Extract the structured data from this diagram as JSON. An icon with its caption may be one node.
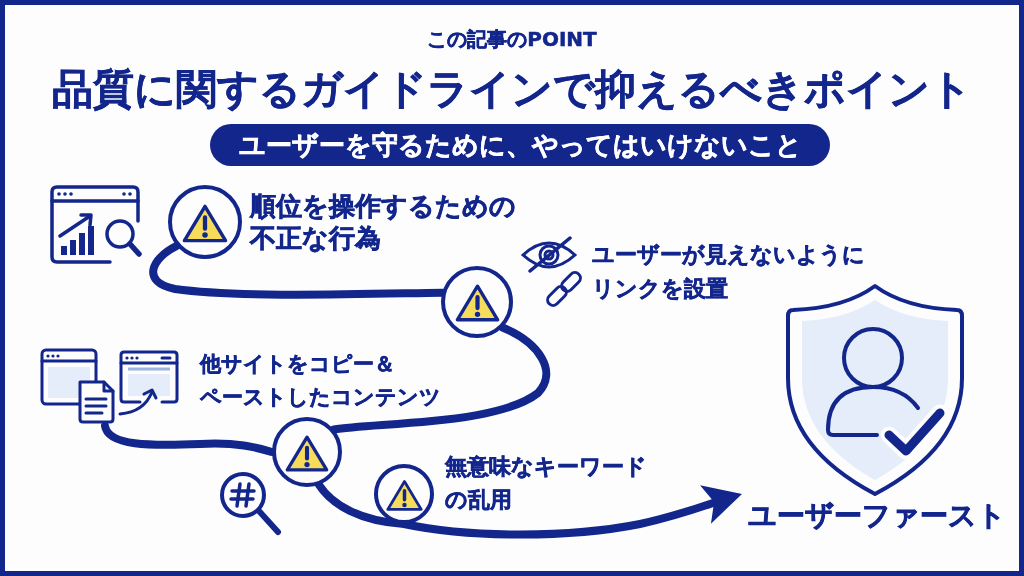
{
  "diagram": {
    "title": "品質に関するガイドラインで抑えるべきポイント",
    "nodes": [
      {
        "text": [
          "ユーザーを守るために、やってはいけないこと"
        ]
      },
      {
        "text": [],
        "shape": "circle",
        "beside": [
          "順位を操作するための不正な行為"
        ]
      },
      {
        "text": [],
        "shape": "circle"
      },
      {
        "text": [],
        "shape": "picture"
      },
      {
        "text": [],
        "shape": "circle",
        "beside": [
          "他サイトをコピー＆ペーストしたコンテンツ"
        ]
      },
      {
        "text": [],
        "shape": "circle",
        "beside": [
          "無意味なキーワードの乱用"
        ]
      },
      {
        "text": [
          "ユーザーファースト"
        ]
      }
    ],
    "edges": [
      {
        "from": 1,
        "to": 2,
        "arrow": "none"
      },
      {
        "from": 2,
        "to": 4,
        "arrow": "none"
      },
      {
        "from": 3,
        "to": 4,
        "arrow": "none"
      },
      {
        "from": 4,
        "to": 5,
        "arrow": "none"
      },
      {
        "from": 5,
        "to": 6,
        "arrow": "to"
      }
    ],
    "labels": [
      "この記事のPOINT",
      "ユーザーが見えないようにリンクを設置"
    ]
  }
}
